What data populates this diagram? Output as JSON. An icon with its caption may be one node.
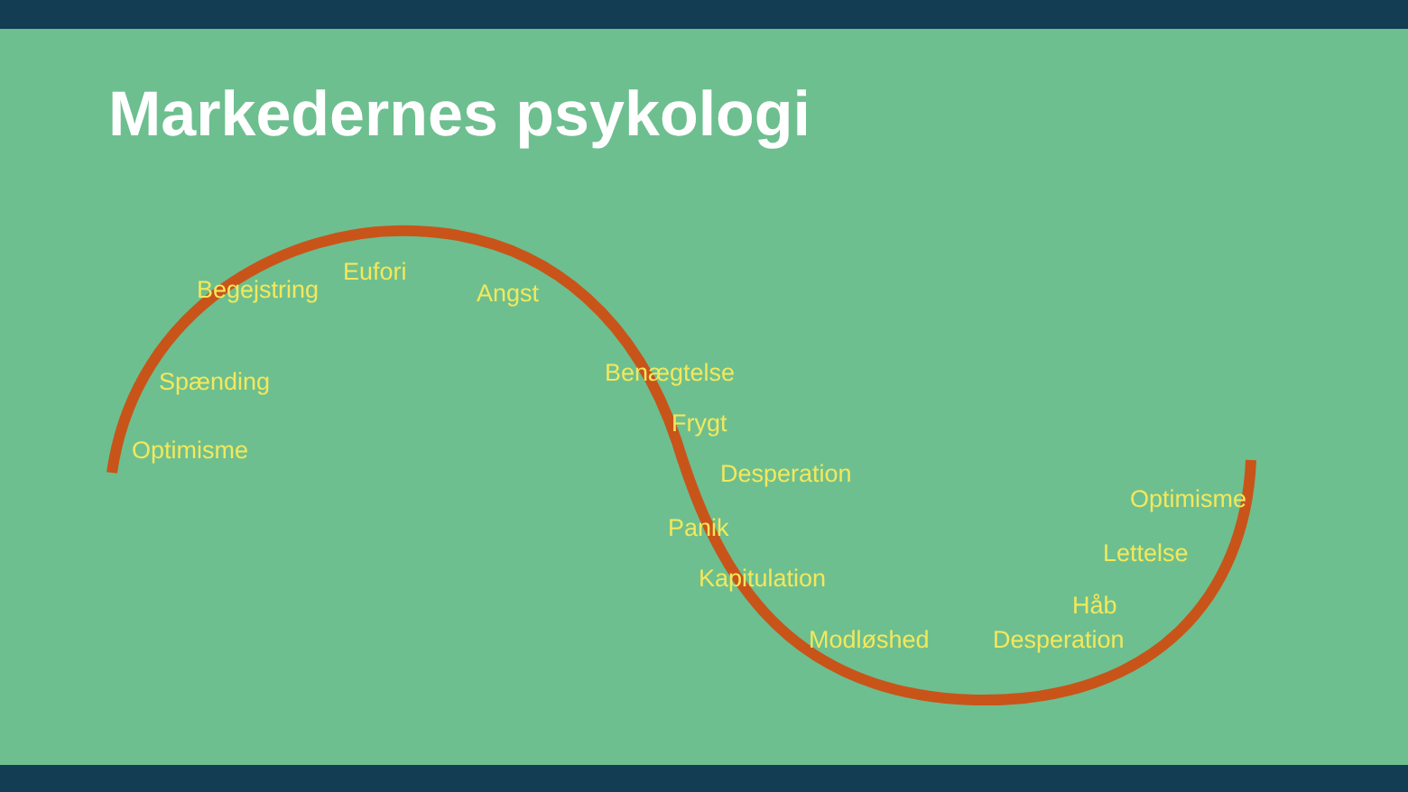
{
  "diagram": {
    "title": "Markedernes psykologi",
    "labels": [
      "Optimisme",
      "Spænding",
      "Begejstring",
      "Eufori",
      "Angst",
      "Benægtelse",
      "Frygt",
      "Desperation",
      "Panik",
      "Kapitulation",
      "Modløshed",
      "Desperation",
      "Håb",
      "Lettelse",
      "Optimisme"
    ]
  }
}
